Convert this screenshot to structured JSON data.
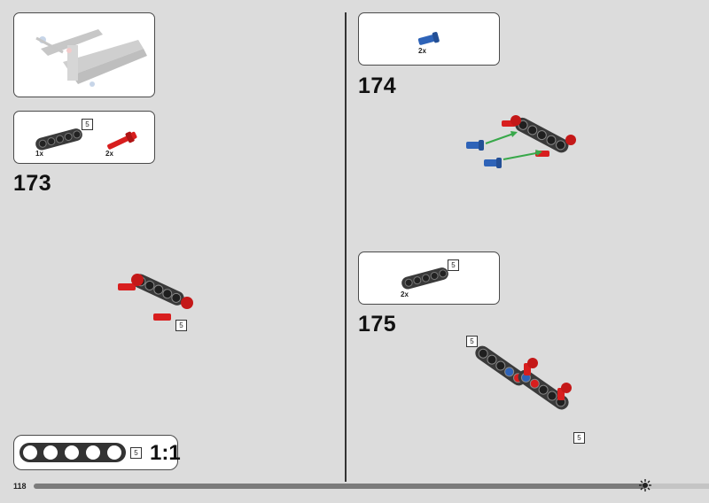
{
  "page": {
    "number": "118",
    "progress_fraction": 0.905
  },
  "steps": [
    {
      "number": "173",
      "parts": [
        {
          "qty": "1x",
          "badge": "5"
        },
        {
          "qty": "2x"
        }
      ],
      "assembly_badge": "5"
    },
    {
      "number": "174",
      "parts": [
        {
          "qty": "2x"
        }
      ]
    },
    {
      "number": "175",
      "parts": [
        {
          "qty": "2x",
          "badge": "5"
        }
      ],
      "assembly_badges": [
        "5",
        "5"
      ]
    }
  ],
  "scale_ruler": {
    "badge": "5",
    "label": "1:1"
  },
  "colors": {
    "beam": "#3a3a3a",
    "pin_red": "#d81e1e",
    "pin_blue": "#2e63b8",
    "arrow_green": "#38a84a"
  }
}
